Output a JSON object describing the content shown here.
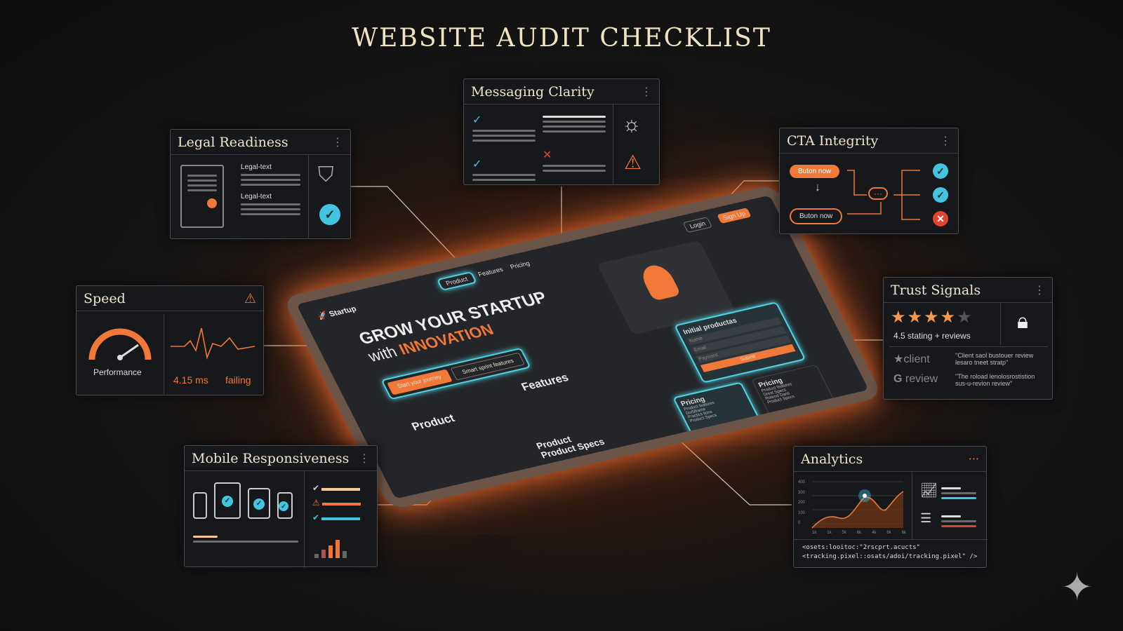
{
  "title": "WEBSITE AUDIT CHECKLIST",
  "colors": {
    "accent": "#f07838",
    "check": "#43c4e0",
    "fail": "#e2452e",
    "text": "#efe6cf"
  },
  "legal": {
    "title": "Legal Readiness",
    "items": [
      "Legal-text",
      "Legal-text"
    ],
    "icons": [
      "document-icon",
      "shield-icon",
      "check-icon"
    ]
  },
  "messaging": {
    "title": "Messaging Clarity",
    "icons": [
      "check-icon",
      "check-icon",
      "x-icon",
      "eye-off-icon",
      "warning-icon"
    ]
  },
  "cta": {
    "title": "CTA Integrity",
    "primary": "Buton now",
    "secondary": "Buton now",
    "node": "···",
    "results": [
      "pass",
      "pass",
      "fail"
    ]
  },
  "speed": {
    "title": "Speed",
    "gauge_label": "Performance",
    "value": "4.15 ms",
    "status": "failing",
    "icon": "warning-icon"
  },
  "trust": {
    "title": "Trust Signals",
    "rating": 4.5,
    "rating_text": "4.5 stating + reviews",
    "sources": [
      {
        "label": "client",
        "quote": "\"Client saol bustouer review lesaro tneet stratp\""
      },
      {
        "label": "review",
        "quote": "\"The roload lenolosrostistion sus-u-revion review\""
      }
    ]
  },
  "mobile": {
    "title": "Mobile Responsiveness",
    "checks": [
      "check",
      "warning",
      "check"
    ]
  },
  "analytics": {
    "title": "Analytics",
    "y_ticks": [
      "400",
      "300",
      "200",
      "100",
      "0"
    ],
    "x_ticks": [
      "1k",
      "1k",
      "5k",
      "6k",
      "4k",
      "6k",
      "6k"
    ],
    "code": [
      "<osets:looitoc:\"2rscprt.acucts\"",
      "<tracking.pixel::osats/adoi/tracking.pixel\" />"
    ]
  },
  "tablet": {
    "brand": "Startup",
    "nav": [
      "Product",
      "Features",
      "Pricing"
    ],
    "login": "Login",
    "signup": "Sign Up",
    "headline1": "GROW YOUR STARTUP",
    "headline2a": "with ",
    "headline2b": "INNOVATION",
    "cta1": "Start your journey",
    "cta2": "Smart sprint features",
    "sec_product": "Product",
    "sec_features": "Features",
    "form_title": "Initial productas",
    "form_fields": [
      "Name",
      "Email",
      "Payment"
    ],
    "form_btn": "Submit",
    "pricing1": "Pricing",
    "pricing1_items": [
      "Product features",
      "Durbframe",
      "Practics lions",
      "Product Specs"
    ],
    "pricing2": "Pricing",
    "pricing2_items": [
      "Product features",
      "Drest Specs",
      "Rotend Dans",
      "Product Specs"
    ],
    "specs1": "Product",
    "specs2": "Product Specs"
  }
}
